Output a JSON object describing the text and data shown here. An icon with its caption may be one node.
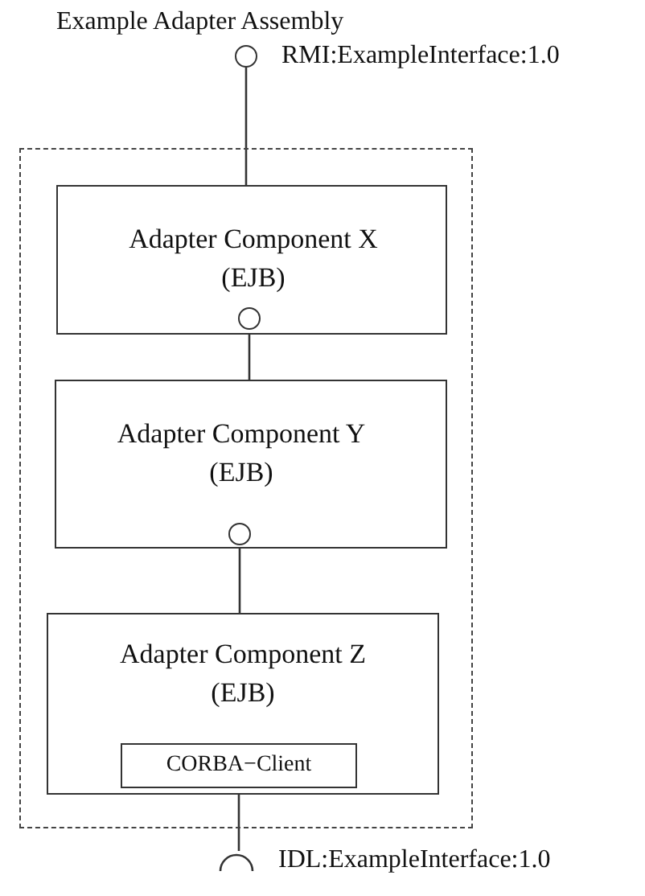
{
  "diagram": {
    "title": "Example Adapter Assembly",
    "nodes": [
      {
        "text": [],
        "shape": "box"
      },
      {
        "text": [],
        "shape": "circle",
        "beside": [
          "RMI:ExampleInterface:1.0"
        ]
      },
      {
        "text": [
          "Adapter Component X",
          "(EJB)"
        ],
        "in": 0
      },
      {
        "text": [],
        "shape": "circle",
        "in": 2
      },
      {
        "text": [
          "Adapter Component Y",
          "(EJB)"
        ],
        "in": 0
      },
      {
        "text": [],
        "shape": "circle",
        "in": 4
      },
      {
        "text": [
          "Adapter Component Z",
          "(EJB)"
        ],
        "in": 0
      },
      {
        "text": [
          "CORBA−Client"
        ],
        "in": 6
      },
      {
        "text": [],
        "shape": "semicircle",
        "beside": [
          "IDL:ExampleInterface:1.0"
        ]
      }
    ],
    "edges": [
      {
        "from": 1,
        "to": 2,
        "arrow": "none"
      },
      {
        "from": 3,
        "to": 4,
        "arrow": "none"
      },
      {
        "from": 5,
        "to": 6,
        "arrow": "none"
      },
      {
        "from": 7,
        "to": 8,
        "arrow": "none"
      }
    ]
  }
}
